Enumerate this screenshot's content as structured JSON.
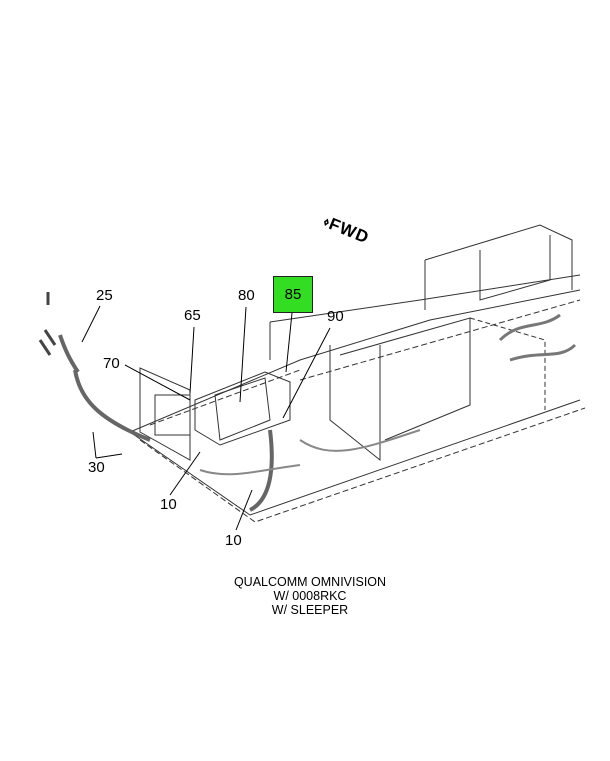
{
  "diagram": {
    "direction_marker": "FWD",
    "callouts": {
      "c25": "25",
      "c65": "65",
      "c80": "80",
      "c85": "85",
      "c90": "90",
      "c70": "70",
      "c30": "30",
      "c10a": "10",
      "c10b": "10"
    },
    "highlighted_callout": "85",
    "highlight_color": "#33dd22",
    "caption": [
      "QUALCOMM OMNIVISION",
      "W/ 0008RKC",
      "W/ SLEEPER"
    ]
  }
}
